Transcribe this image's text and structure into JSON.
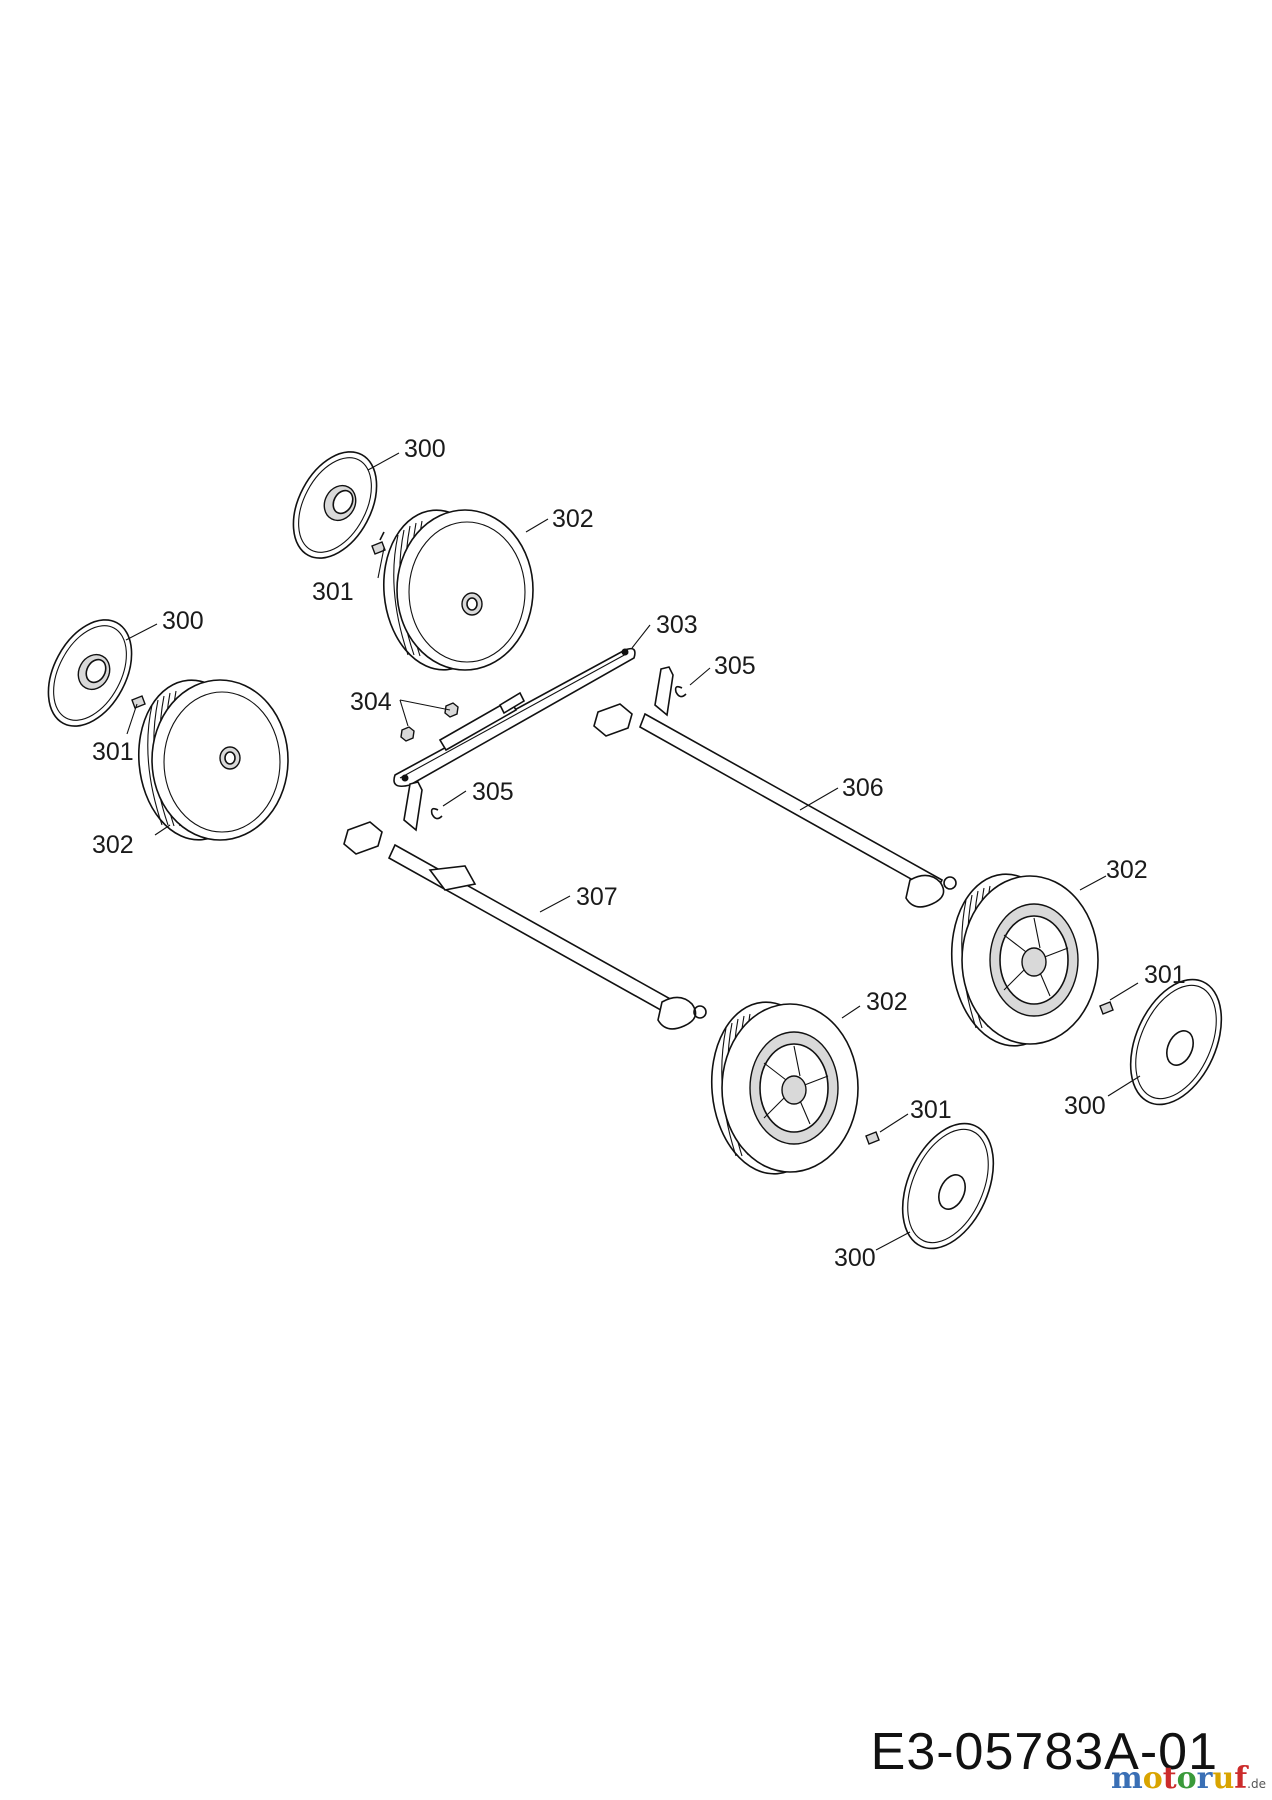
{
  "callouts": {
    "c300_a": "300",
    "c301_a": "301",
    "c302_a": "302",
    "c300_b": "300",
    "c301_b": "301",
    "c302_b": "302",
    "c303": "303",
    "c304": "304",
    "c305_a": "305",
    "c305_b": "305",
    "c306": "306",
    "c307": "307",
    "c302_c": "302",
    "c301_c": "301",
    "c300_c": "300",
    "c302_d": "302",
    "c301_d": "301",
    "c300_d": "300"
  },
  "drawing_number": "E3-05783A-01",
  "watermark": {
    "letters": [
      "m",
      "o",
      "t",
      "o",
      "r",
      "u",
      "f"
    ],
    "colors": [
      "#3a6fb5",
      "#d9a400",
      "#cc2b2b",
      "#3a9a3a",
      "#3a6fb5",
      "#d9a400",
      "#cc2b2b"
    ],
    "suffix": ".de"
  }
}
